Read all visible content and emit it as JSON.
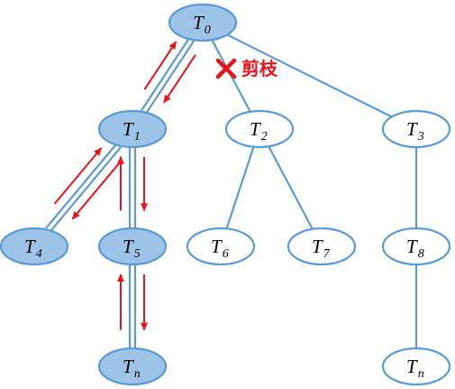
{
  "nodes": [
    {
      "id": "T0",
      "base": "T",
      "sub": "0",
      "visited": true
    },
    {
      "id": "T1",
      "base": "T",
      "sub": "1",
      "visited": true
    },
    {
      "id": "T2",
      "base": "T",
      "sub": "2",
      "visited": false
    },
    {
      "id": "T3",
      "base": "T",
      "sub": "3",
      "visited": false
    },
    {
      "id": "T4",
      "base": "T",
      "sub": "4",
      "visited": true
    },
    {
      "id": "T5",
      "base": "T",
      "sub": "5",
      "visited": true
    },
    {
      "id": "T6",
      "base": "T",
      "sub": "6",
      "visited": false
    },
    {
      "id": "T7",
      "base": "T",
      "sub": "7",
      "visited": false
    },
    {
      "id": "T8",
      "base": "T",
      "sub": "8",
      "visited": false
    },
    {
      "id": "Tn_left",
      "base": "T",
      "sub": "n",
      "visited": true
    },
    {
      "id": "Tn_right",
      "base": "T",
      "sub": "n",
      "visited": false
    }
  ],
  "edges": [
    {
      "from": "T0",
      "to": "T1",
      "traversed": true
    },
    {
      "from": "T0",
      "to": "T2",
      "traversed": false,
      "pruned": true
    },
    {
      "from": "T0",
      "to": "T3",
      "traversed": false
    },
    {
      "from": "T1",
      "to": "T4",
      "traversed": true
    },
    {
      "from": "T1",
      "to": "T5",
      "traversed": true
    },
    {
      "from": "T2",
      "to": "T6",
      "traversed": false
    },
    {
      "from": "T2",
      "to": "T7",
      "traversed": false
    },
    {
      "from": "T3",
      "to": "T8",
      "traversed": false
    },
    {
      "from": "T5",
      "to": "Tn_left",
      "traversed": true
    },
    {
      "from": "T8",
      "to": "Tn_right",
      "traversed": false
    }
  ],
  "prune_label": "剪枝",
  "colors": {
    "node_fill_visited": "#9dc3e6",
    "node_fill_unvisited": "#ffffff",
    "edge": "#5b9bd5",
    "arrow": "#e8141b"
  }
}
